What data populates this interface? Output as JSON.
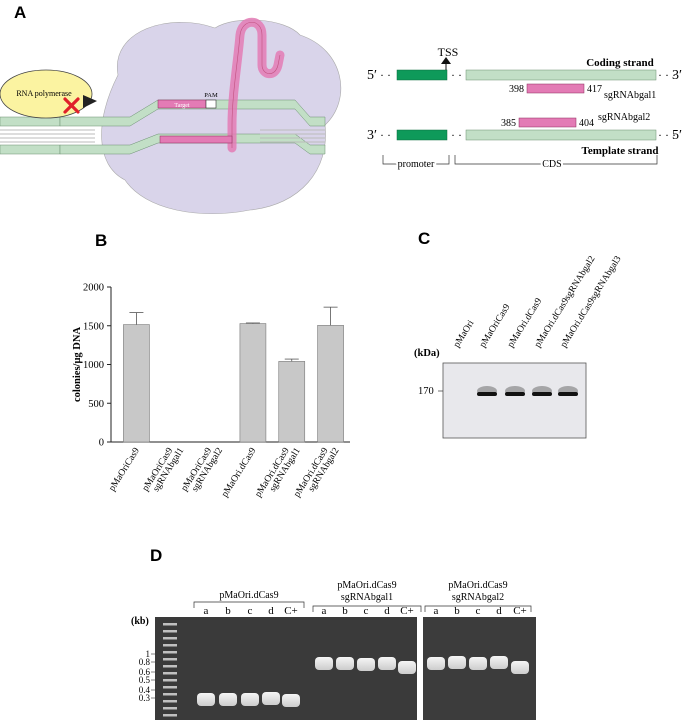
{
  "panel_a": {
    "letter": "A",
    "rna_polymerase_label": "RNA polymerase",
    "target_label": "Target",
    "pam_label": "PAM",
    "tss_label": "TSS",
    "five_prime": "5′",
    "three_prime": "3′",
    "coding_strand": "Coding strand",
    "template_strand": "Template strand",
    "sg1_start": "398",
    "sg1_end": "417",
    "sg1_name": "sgRNAbgal1",
    "sg2_start": "385",
    "sg2_end": "404",
    "sg2_name": "sgRNAbgal2",
    "promoter_label": "promoter",
    "cds_label": "CDS",
    "colors": {
      "promoter": "#0e9a5a",
      "strand": "#c2dfc6",
      "sgrna": "#e37bb5",
      "cas9": "#d9d4ea",
      "polymerase": "#fbf3a1",
      "red_x": "#e0202a"
    }
  },
  "panel_b": {
    "letter": "B",
    "chart_data": {
      "type": "bar",
      "ylabel": "colonies/μg DNA",
      "ylim": [
        0,
        2000
      ],
      "yticks": [
        "0",
        "500",
        "1000",
        "1500",
        "2000"
      ],
      "categories": [
        [
          "pMaOriCas9"
        ],
        [
          "pMaOriCas9",
          "sgRNAbgal1"
        ],
        [
          "pMaOriCas9",
          "sgRNAbgal2"
        ],
        [
          "pMaOri.dCas9"
        ],
        [
          "pMaOri.dCas9",
          "sgRNAbgal1"
        ],
        [
          "pMaOri.dCas9",
          "sgRNAbgal2"
        ]
      ],
      "values": [
        1515,
        0,
        0,
        1528,
        1040,
        1505
      ],
      "errors": [
        155,
        0,
        0,
        8,
        30,
        235
      ],
      "bar_color": "#c8c8c8"
    }
  },
  "panel_c": {
    "letter": "C",
    "unit_label": "(kDa)",
    "marker_label": "170",
    "lanes": [
      "pMaOri",
      "pMaOriCas9",
      "pMaOri.dCas9",
      "pMaOri.dCas9sgRNAbgal2",
      "pMaOri.dCas9sgRNAbgal3"
    ]
  },
  "panel_d": {
    "letter": "D",
    "unit_label": "(kb)",
    "ladder_labels": [
      "1",
      "0.8",
      "0.6",
      "0.5",
      "0.4",
      "0.3"
    ],
    "group1_label": "pMaOri.dCas9",
    "group2_label": [
      "pMaOri.dCas9",
      "sgRNAbgal1"
    ],
    "group3_label": [
      "pMaOri.dCas9",
      "sgRNAbgal2"
    ],
    "lane_labels": [
      "a",
      "b",
      "c",
      "d",
      "C+"
    ]
  }
}
